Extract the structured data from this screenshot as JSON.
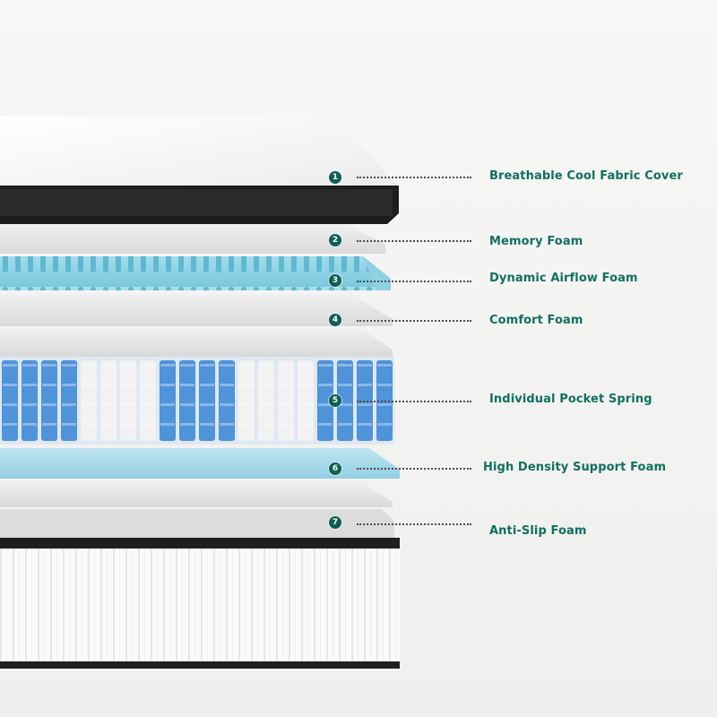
{
  "layers": [
    {
      "number": "1",
      "label": "Breathable Cool Fabric Cover"
    },
    {
      "number": "2",
      "label": "Memory Foam"
    },
    {
      "number": "3",
      "label": "Dynamic  Airflow Foam"
    },
    {
      "number": "4",
      "label": "Comfort Foam"
    },
    {
      "number": "5",
      "label": "Individual Pocket Spring"
    },
    {
      "number": "6",
      "label": "High Density Support Foam"
    },
    {
      "number": "7",
      "label": "Anti-Slip Foam"
    }
  ],
  "colors": {
    "label": "#11705f",
    "badge": "#0f5f52",
    "airflow_foam": "#8fd3e4",
    "spring_blue": "#4f93d9",
    "spring_white": "#f2f2f2",
    "support_foam": "#a8dbea",
    "cover_border": "#1b1b1b"
  }
}
